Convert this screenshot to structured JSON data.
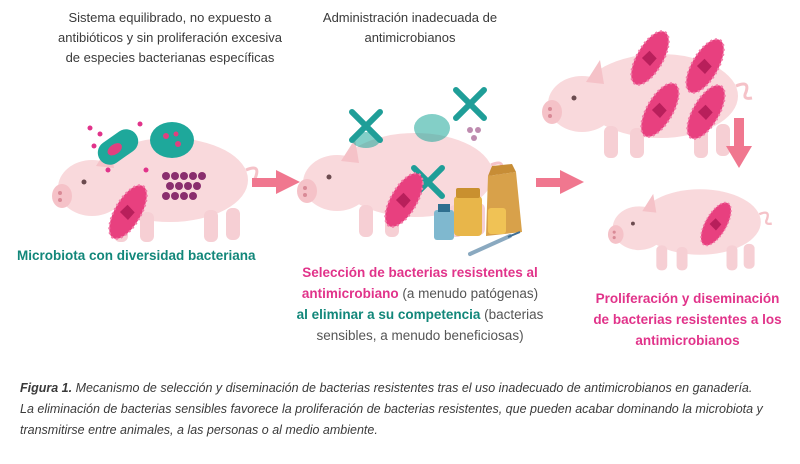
{
  "stage1": {
    "intro": [
      "Sistema equilibrado, no expuesto a",
      "antibióticos y sin proliferación excesiva",
      "de especies bacterianas específicas"
    ],
    "title": "Microbiota con diversidad bacteriana"
  },
  "stage2": {
    "intro": [
      "Administración inadecuada de",
      "antimicrobianos"
    ],
    "line1_pink": "Selección de bacterias resistentes al",
    "line2_pink": "antimicrobiano",
    "line2_muted": " (a menudo patógenas)",
    "line3_teal": "al eliminar a su competencia",
    "line3_muted": " (bacterias",
    "line4_muted": "sensibles, a menudo beneficiosas)"
  },
  "stage3": {
    "line1": "Proliferación y diseminación",
    "line2": "de bacterias resistentes a los",
    "line3": "antimicrobianos"
  },
  "caption": {
    "label": "Figura 1.",
    "text1": " Mecanismo de selección y diseminación de bacterias resistentes tras el uso inadecuado de antimicrobianos en ganadería.",
    "text2": "La eliminación de bacterias sensibles favorece la proliferación de bacterias resistentes, que pueden acabar dominando la microbiota y",
    "text3": "transmitirse entre animales, a las personas o al medio ambiente."
  },
  "colors": {
    "pig": "#f9d9dc",
    "pink_bacteria": "#e8407f",
    "teal_bacteria": "#1ea89b",
    "purple_cocci": "#8a2e6e",
    "arrow": "#f0778f",
    "x_mark": "#1f9e98"
  }
}
